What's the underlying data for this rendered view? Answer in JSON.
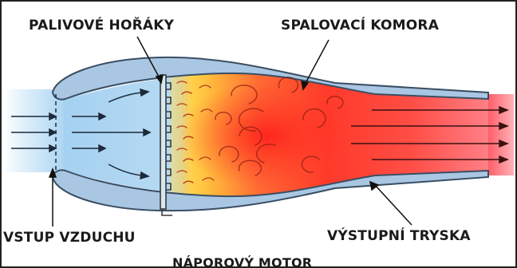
{
  "labels": {
    "burners": "PALIVOVÉ HOŘÁKY",
    "chamber": "SPALOVACÍ KOMORA",
    "inlet": "VSTUP VZDUCHU",
    "nozzle": "VÝSTUPNÍ TRYSKA",
    "title": "NÁPOROVÝ MOTOR"
  },
  "colors": {
    "air": "#9ccdf0",
    "air_light": "#e3f1fb",
    "casing_fill": "#a9c7e2",
    "casing_stroke": "#3a4d63",
    "flame_yellow": "#ffd23a",
    "flame_orange": "#ff8a3c",
    "combustion_red": "#ff3b2b",
    "exhaust_pink": "#ff8f9a",
    "border": "#222222"
  }
}
